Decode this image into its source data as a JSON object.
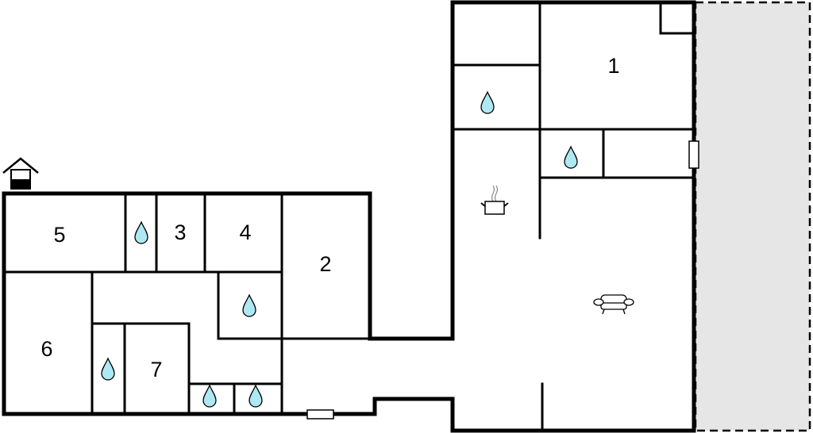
{
  "rooms": [
    {
      "label": "1"
    },
    {
      "label": "2"
    },
    {
      "label": "3"
    },
    {
      "label": "4"
    },
    {
      "label": "5"
    },
    {
      "label": "6"
    },
    {
      "label": "7"
    }
  ],
  "icons": {
    "bathroom": "water-drop-icon",
    "kitchen": "cooking-pot-icon",
    "living": "sofa-icon",
    "well": "well-icon",
    "door": "door-icon",
    "window": "window-icon"
  },
  "colors": {
    "water": "#aee9f3",
    "terrace": "#e6e6e6",
    "wall": "#000000"
  }
}
